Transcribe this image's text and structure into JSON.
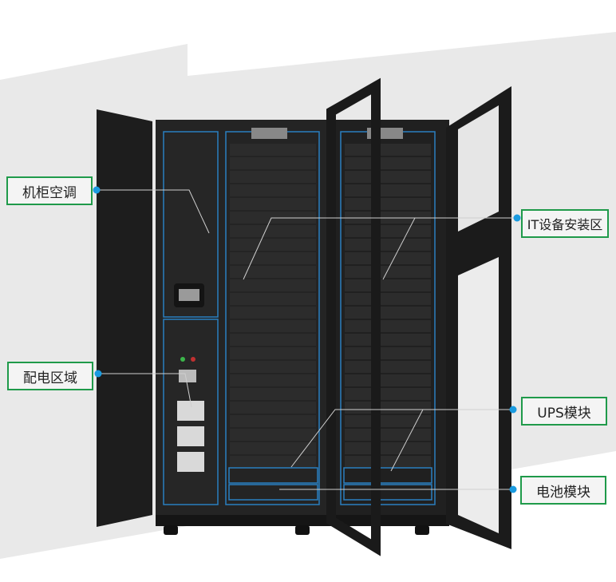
{
  "labels": {
    "cabinet_ac": "机柜空调",
    "power_distribution": "配电区域",
    "it_equipment_area": "IT设备安装区",
    "ups_module": "UPS模块",
    "battery_module": "电池模块"
  },
  "colors": {
    "label_border": "#1f9a4a",
    "callout_dot": "#1a9be0",
    "zone_outline": "#2a7fc0",
    "cabinet": "#232323"
  }
}
